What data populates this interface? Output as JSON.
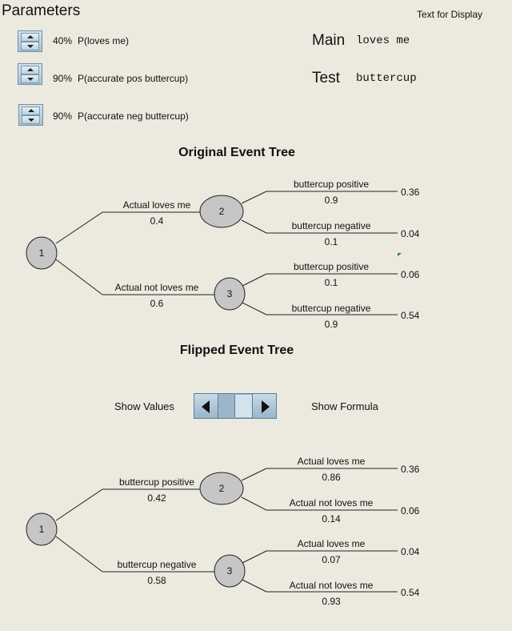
{
  "header": {
    "title": "Parameters",
    "text_for_display": "Text for Display"
  },
  "parameters": [
    {
      "pct": "40%",
      "label": "P(loves me)"
    },
    {
      "pct": "90%",
      "label": "P(accurate pos buttercup)"
    },
    {
      "pct": "90%",
      "label": "P(accurate neg buttercup)"
    }
  ],
  "display": {
    "main_label": "Main",
    "main_value": "loves me",
    "test_label": "Test",
    "test_value": "buttercup"
  },
  "original_tree": {
    "title": "Original Event Tree",
    "nodes": [
      "1",
      "2",
      "3"
    ],
    "first": [
      {
        "label": "Actual loves me",
        "prob": "0.4"
      },
      {
        "label": "Actual not loves me",
        "prob": "0.6"
      }
    ],
    "second": [
      {
        "label": "buttercup positive",
        "prob": "0.9",
        "end": "0.36"
      },
      {
        "label": "buttercup negative",
        "prob": "0.1",
        "end": "0.04"
      },
      {
        "label": "buttercup positive",
        "prob": "0.1",
        "end": "0.06"
      },
      {
        "label": "buttercup negative",
        "prob": "0.9",
        "end": "0.54"
      }
    ]
  },
  "flipped_tree": {
    "title": "Flipped Event Tree",
    "nodes": [
      "1",
      "2",
      "3"
    ],
    "first": [
      {
        "label": "buttercup positive",
        "prob": "0.42"
      },
      {
        "label": "buttercup negative",
        "prob": "0.58"
      }
    ],
    "second": [
      {
        "label": "Actual loves me",
        "prob": "0.86",
        "end": "0.36"
      },
      {
        "label": "Actual not loves me",
        "prob": "0.14",
        "end": "0.06"
      },
      {
        "label": "Actual loves me",
        "prob": "0.07",
        "end": "0.04"
      },
      {
        "label": "Actual not loves me",
        "prob": "0.93",
        "end": "0.54"
      }
    ]
  },
  "toggle": {
    "left_label": "Show Values",
    "right_label": "Show Formula"
  },
  "colors": {
    "node_fill": "#c6c6c6",
    "background": "#ece9df",
    "control": "#a9c3d6"
  }
}
